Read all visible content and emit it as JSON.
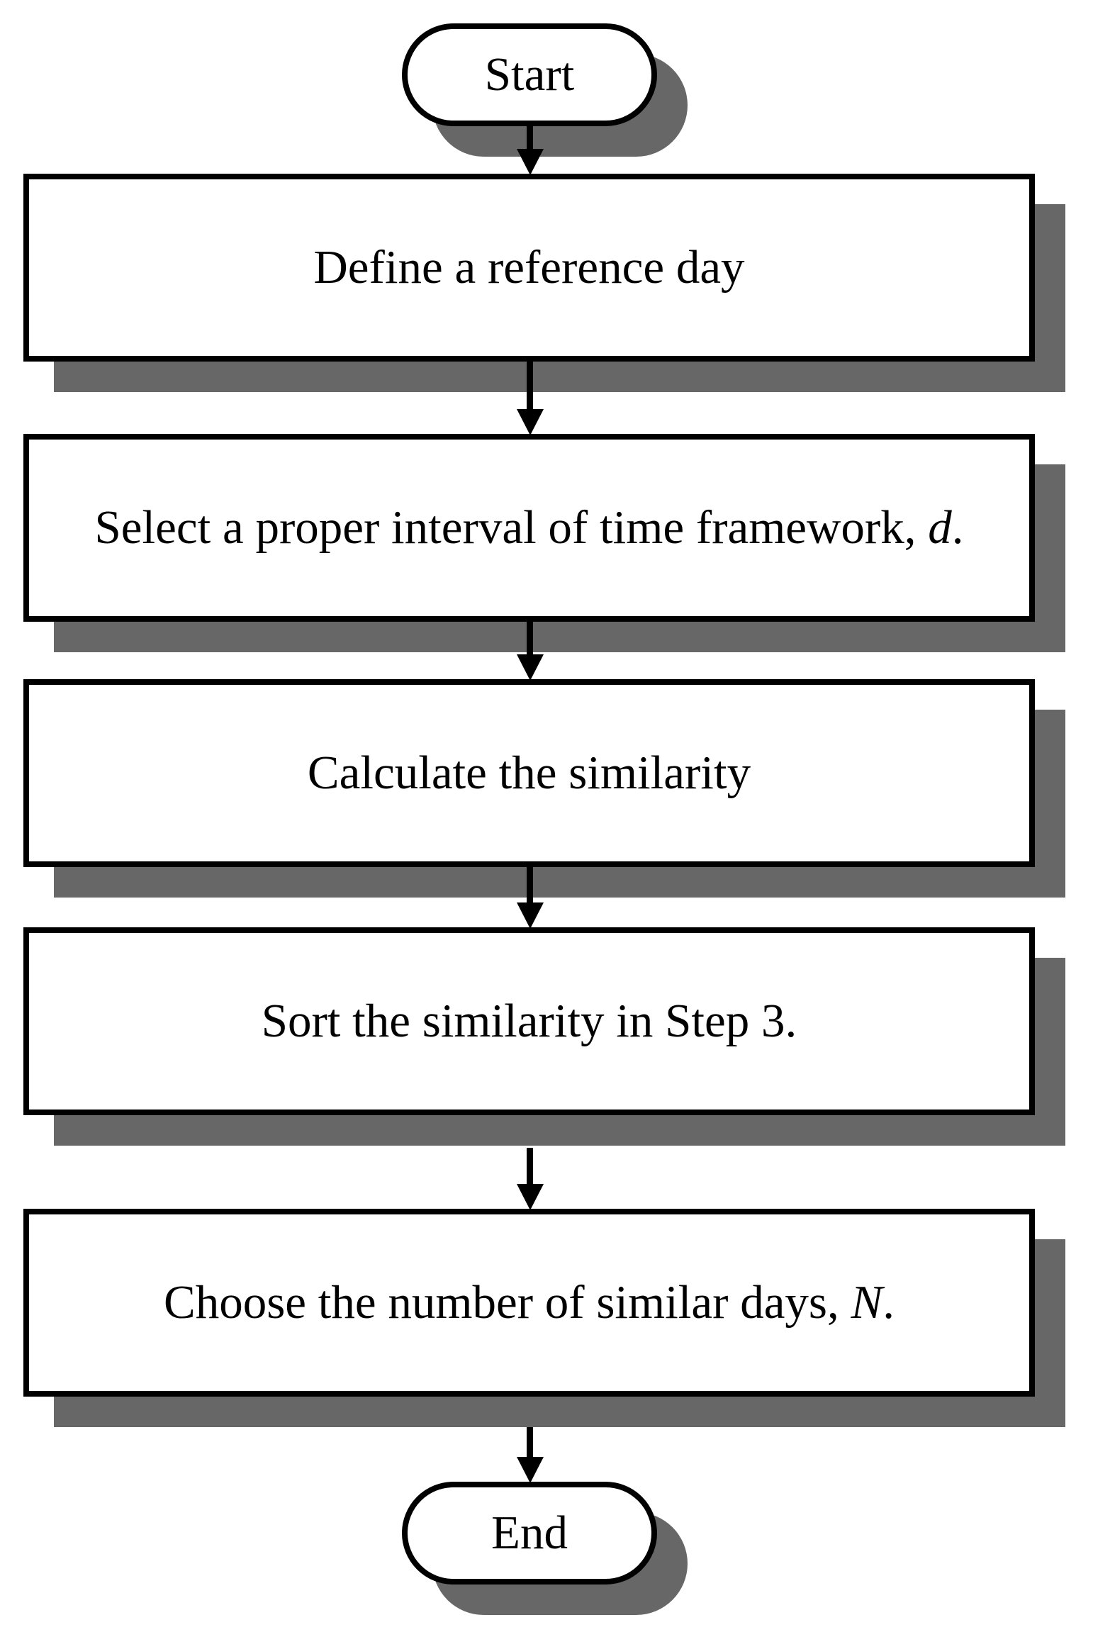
{
  "figure": {
    "colors": {
      "background": "#ffffff",
      "node_fill": "#ffffff",
      "node_border": "#000000",
      "shadow": "#676767",
      "text": "#000000"
    },
    "start": {
      "label": "Start"
    },
    "steps": [
      {
        "prefix": "Define a reference day",
        "italic": "",
        "suffix": ""
      },
      {
        "prefix": "Select a proper interval of time framework, ",
        "italic": "d",
        "suffix": "."
      },
      {
        "prefix": "Calculate the similarity",
        "italic": "",
        "suffix": ""
      },
      {
        "prefix": "Sort the similarity in Step 3.",
        "italic": "",
        "suffix": ""
      },
      {
        "prefix": "Choose the number of similar days, ",
        "italic": "N",
        "suffix": "."
      }
    ],
    "end": {
      "label": "End"
    }
  }
}
